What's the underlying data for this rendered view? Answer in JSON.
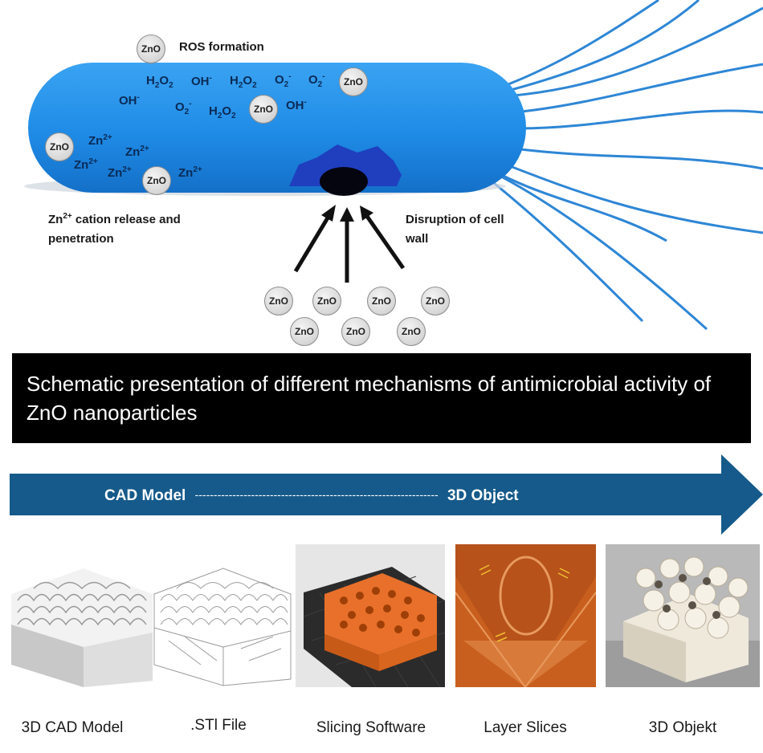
{
  "labels": {
    "ros_formation": "ROS formation",
    "zn_release_line1_suffix": " cation release and",
    "zn_release_line2": "penetration",
    "disruption_line1": "Disruption of cell",
    "disruption_line2": "wall"
  },
  "particle_label": "ZnO",
  "ions": {
    "h2o2": "H",
    "oh": "OH",
    "o2": "O",
    "zn": "Zn"
  },
  "caption": "Schematic presentation of different mechanisms of antimicrobial activity of ZnO nanoparticles",
  "process_arrow": {
    "start": "CAD Model",
    "dashes": "-----------------------------------------------------------------",
    "end": "3D Object"
  },
  "steps": [
    {
      "label": "3D CAD Model"
    },
    {
      "label": ".STl File"
    },
    {
      "label": "Slicing Software"
    },
    {
      "label": "Layer Slices"
    },
    {
      "label": "3D Objekt"
    }
  ],
  "colors": {
    "bacterium": "#2a93e8",
    "flagella": "#2e86d6",
    "arrow": "#155a8a",
    "slicing_orange": "#e8702a",
    "layer_orange": "#c95f1e"
  }
}
